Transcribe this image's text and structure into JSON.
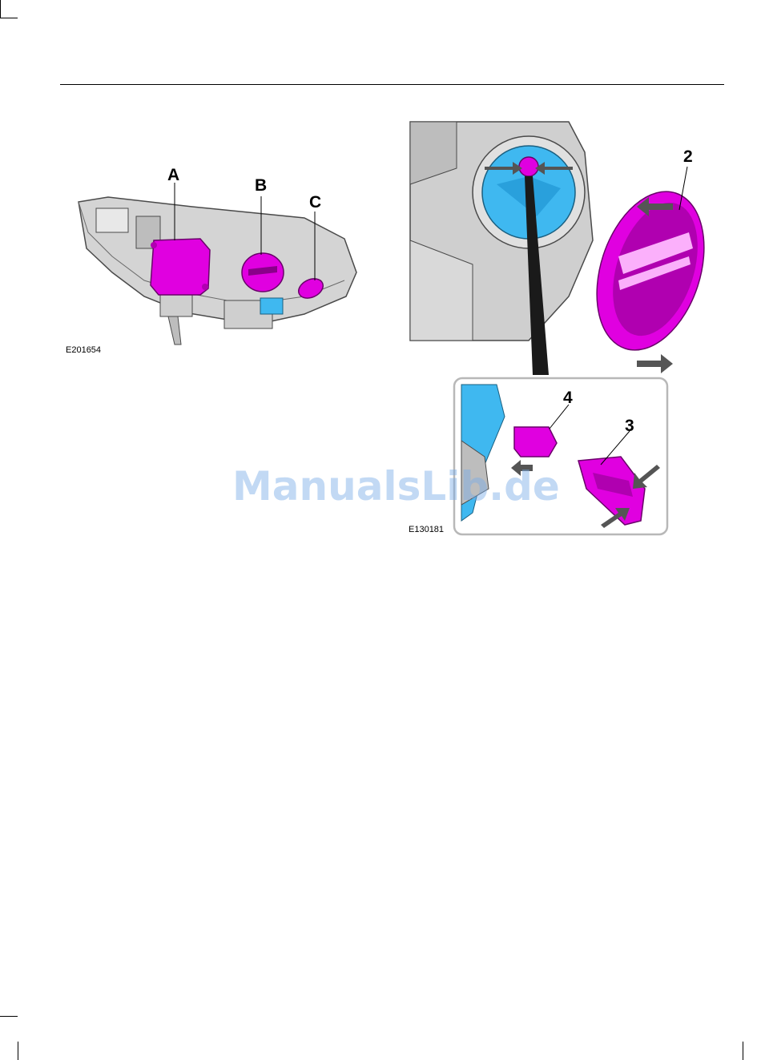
{
  "figure_left": {
    "ref_code": "E201654",
    "callouts": [
      "A",
      "B",
      "C"
    ]
  },
  "figure_right": {
    "ref_code": "E130181",
    "callouts": [
      "2",
      "4",
      "3"
    ]
  },
  "watermark": "ManualsLib.de",
  "colors": {
    "highlight": "#e000e0",
    "bulb_blue": "#3fb8f0",
    "housing_grey": "#c8c8c8",
    "outline": "#4a4a4a"
  }
}
